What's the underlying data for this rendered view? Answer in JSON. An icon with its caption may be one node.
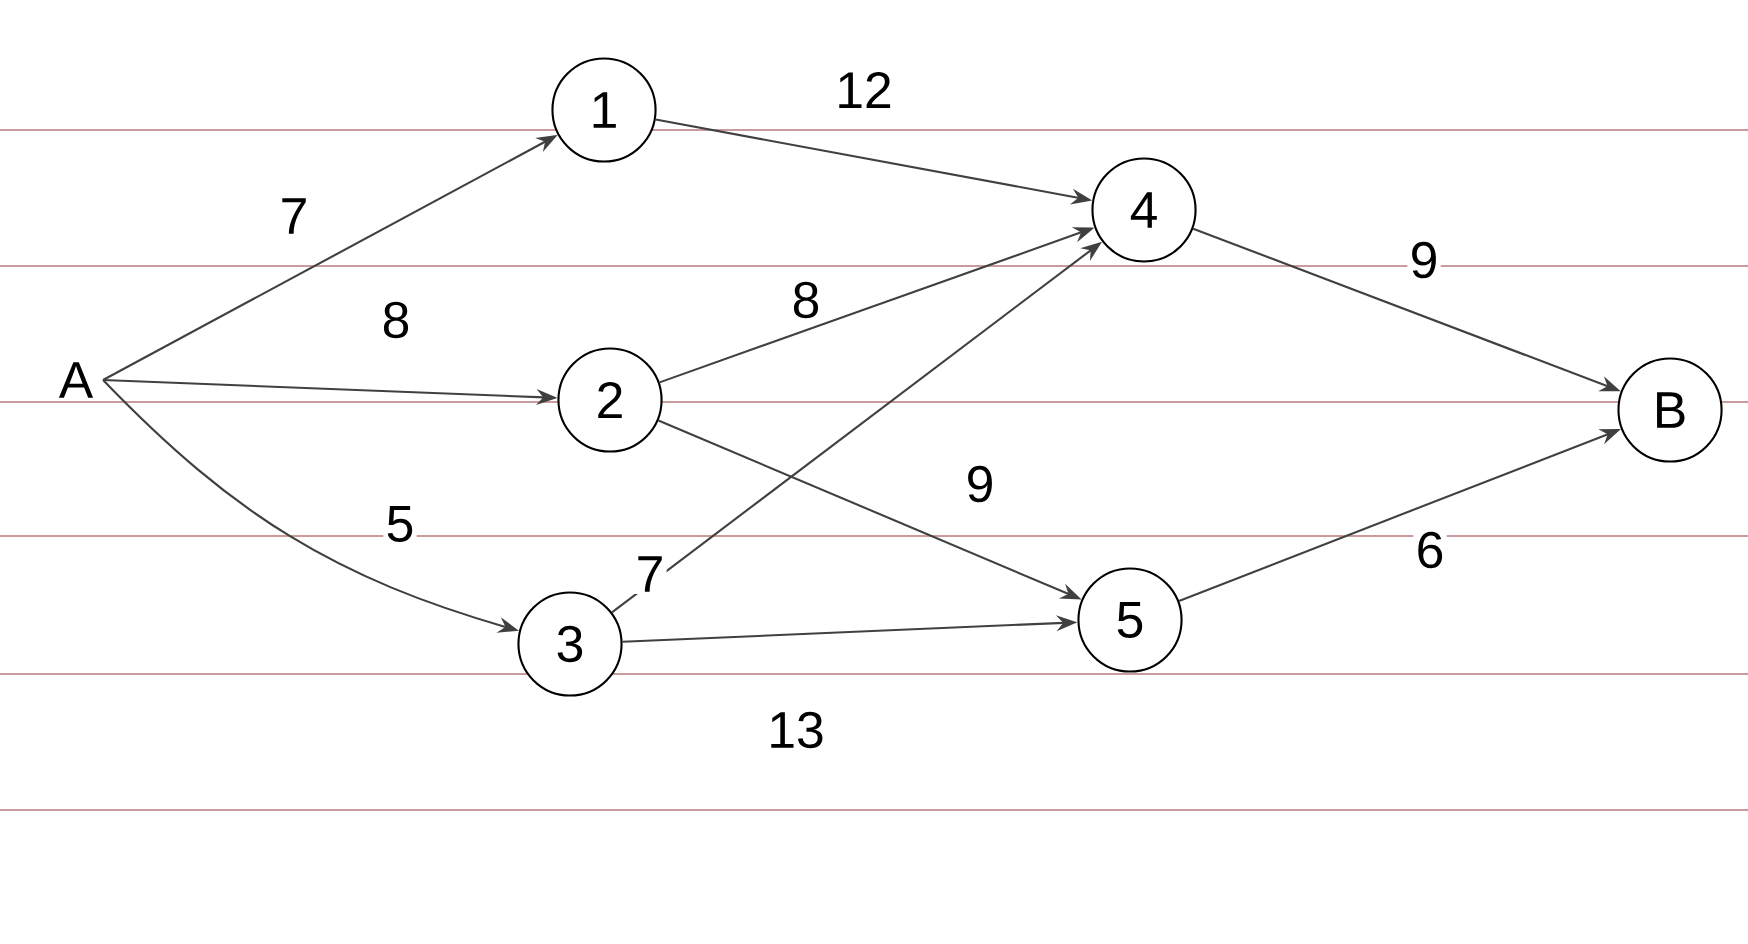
{
  "diagram": {
    "nodes": [
      {
        "text": [
          "A"
        ]
      },
      {
        "text": [
          "1"
        ]
      },
      {
        "text": [
          "2"
        ]
      },
      {
        "text": [
          "3"
        ]
      },
      {
        "text": [
          "4"
        ]
      },
      {
        "text": [
          "5"
        ]
      },
      {
        "text": [
          "B"
        ]
      }
    ],
    "edges": [
      {
        "from": 0,
        "to": 1,
        "arrow": "to",
        "label": "7"
      },
      {
        "from": 0,
        "to": 2,
        "arrow": "to",
        "label": "8"
      },
      {
        "from": 0,
        "to": 3,
        "arrow": "to",
        "label": "5"
      },
      {
        "from": 1,
        "to": 4,
        "arrow": "to",
        "label": "12"
      },
      {
        "from": 2,
        "to": 4,
        "arrow": "to",
        "label": "8"
      },
      {
        "from": 2,
        "to": 5,
        "arrow": "to",
        "label": "9"
      },
      {
        "from": 3,
        "to": 4,
        "arrow": "to",
        "label": "7"
      },
      {
        "from": 3,
        "to": 5,
        "arrow": "to",
        "label": "13"
      },
      {
        "from": 4,
        "to": 6,
        "arrow": "to",
        "label": "9"
      },
      {
        "from": 5,
        "to": 6,
        "arrow": "to",
        "label": "6"
      }
    ]
  }
}
